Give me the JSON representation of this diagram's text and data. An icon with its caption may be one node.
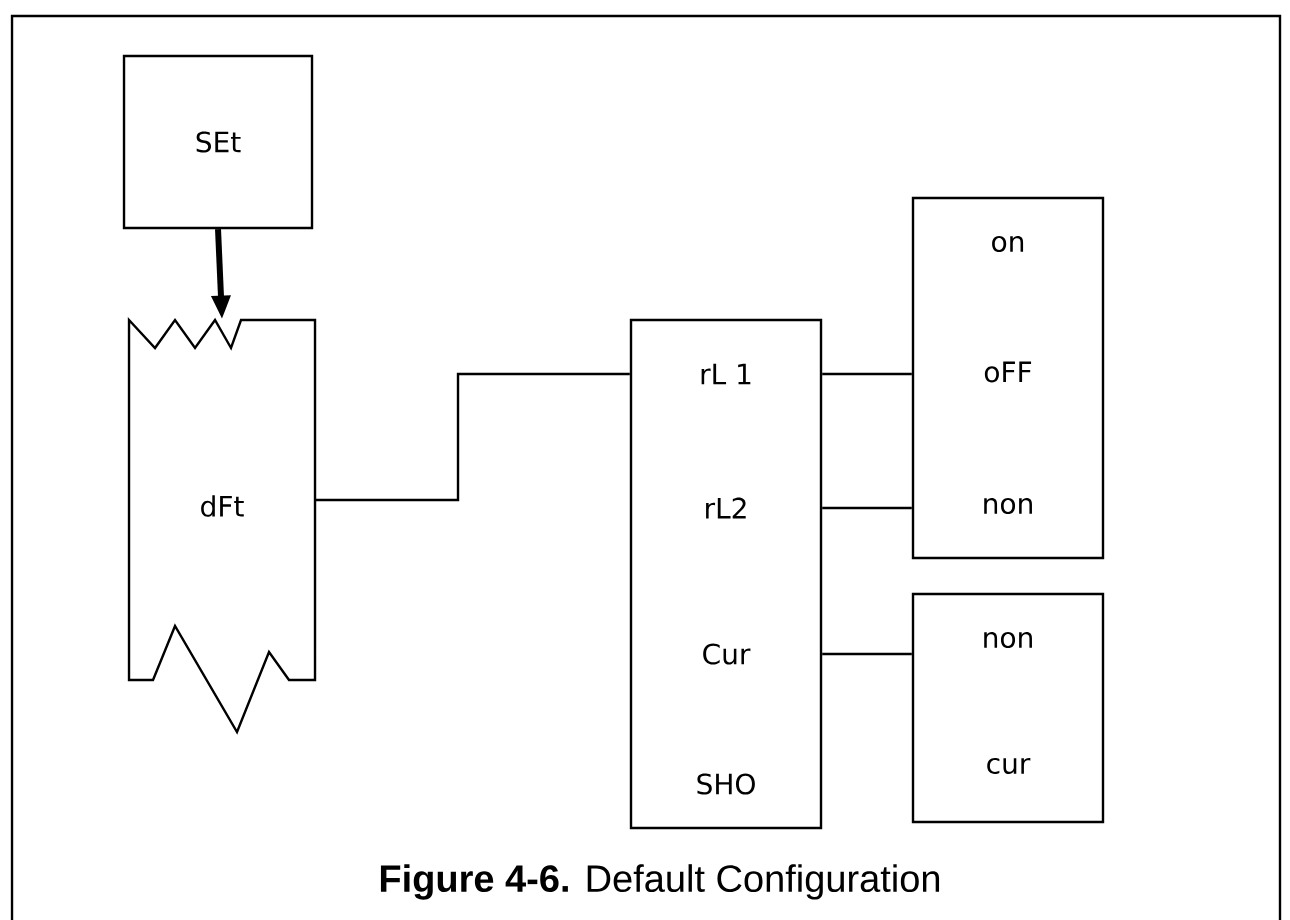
{
  "diagram": {
    "caption": "**Figure 4-6.** Default Configuration",
    "nodes": [
      {
        "text": [
          "SEt"
        ]
      },
      {
        "text": [
          "dFt"
        ]
      },
      {
        "text": [
          "rL 1",
          "rL2",
          "Cur",
          "SHO"
        ]
      },
      {
        "text": [
          "on",
          "oFF",
          "non"
        ]
      },
      {
        "text": [
          "non",
          "cur"
        ]
      }
    ],
    "edges": [
      {
        "from": 0,
        "to": 1,
        "arrow": "to",
        "style": "thick"
      },
      {
        "from": 1,
        "to": 2,
        "arrow": "none"
      },
      {
        "from": 2,
        "to": 3,
        "arrow": "none"
      },
      {
        "from": 2,
        "to": 3,
        "arrow": "none"
      },
      {
        "from": 2,
        "to": 4,
        "arrow": "none"
      }
    ]
  }
}
